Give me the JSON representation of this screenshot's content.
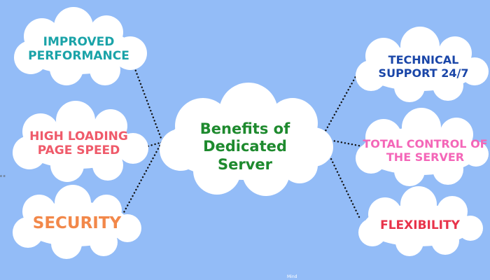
{
  "diagram": {
    "center": {
      "text": "Benefits of Dedicated Server",
      "color": "#1e8a2e"
    },
    "nodes": [
      {
        "id": "tl",
        "text": "IMPROVED PERFORMANCE",
        "color": "#1aa3a8"
      },
      {
        "id": "ml",
        "text": "HIGH LOADING PAGE SPEED",
        "color": "#ef5a6a"
      },
      {
        "id": "bl",
        "text": "SECURITY",
        "color": "#f2884a"
      },
      {
        "id": "tr",
        "text": "TECHNICAL SUPPORT 24/7",
        "color": "#1a46a8"
      },
      {
        "id": "mr",
        "text": "TOTAL CONTROL OF THE SERVER",
        "color": "#f466b8"
      },
      {
        "id": "br",
        "text": "FLEXIBILITY",
        "color": "#e8334a"
      }
    ],
    "connector_style": "dotted",
    "connector_color": "#111111",
    "cloud_fill": "#ffffff",
    "background": "#93bcf7"
  },
  "watermark": "Mind",
  "edge_mark": "e e"
}
